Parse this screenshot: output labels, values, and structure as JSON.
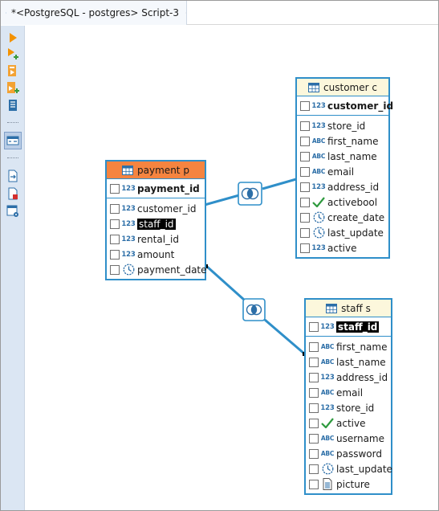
{
  "window": {
    "tab_title": "*<PostgreSQL - postgres> Script-3"
  },
  "toolbar": {
    "buttons": [
      "execute-statement-icon",
      "execute-in-new-tab-icon",
      "execute-script-icon",
      "execute-script-new-tab-icon",
      "explain-plan-icon",
      "layout-diagram-icon",
      "export-icon",
      "clear-icon",
      "table-settings-icon"
    ]
  },
  "entities": {
    "customer": {
      "title": "customer c",
      "pk": "customer_id",
      "columns": [
        {
          "type": "123",
          "name": "store_id"
        },
        {
          "type": "ABC",
          "name": "first_name"
        },
        {
          "type": "ABC",
          "name": "last_name"
        },
        {
          "type": "ABC",
          "name": "email"
        },
        {
          "type": "123",
          "name": "address_id"
        },
        {
          "type": "bool",
          "name": "activebool"
        },
        {
          "type": "date",
          "name": "create_date"
        },
        {
          "type": "date",
          "name": "last_update"
        },
        {
          "type": "123",
          "name": "active"
        }
      ]
    },
    "payment": {
      "title": "payment p",
      "pk": "payment_id",
      "columns": [
        {
          "type": "123",
          "name": "customer_id"
        },
        {
          "type": "123",
          "name": "staff_id"
        },
        {
          "type": "123",
          "name": "rental_id"
        },
        {
          "type": "123",
          "name": "amount"
        },
        {
          "type": "date",
          "name": "payment_date"
        }
      ]
    },
    "staff": {
      "title": "staff s",
      "pk": "staff_id",
      "columns": [
        {
          "type": "ABC",
          "name": "first_name"
        },
        {
          "type": "ABC",
          "name": "last_name"
        },
        {
          "type": "123",
          "name": "address_id"
        },
        {
          "type": "ABC",
          "name": "email"
        },
        {
          "type": "123",
          "name": "store_id"
        },
        {
          "type": "bool",
          "name": "active"
        },
        {
          "type": "ABC",
          "name": "username"
        },
        {
          "type": "ABC",
          "name": "password"
        },
        {
          "type": "date",
          "name": "last_update"
        },
        {
          "type": "binary",
          "name": "picture"
        }
      ]
    }
  },
  "joins": [
    {
      "from": "payment",
      "to": "customer",
      "kind": "inner-join-icon"
    },
    {
      "from": "payment",
      "to": "staff",
      "kind": "left-join-icon"
    }
  ],
  "colors": {
    "entity_border": "#2f8fc9",
    "header_yellow": "#fcf7dc",
    "header_selected": "#f58440",
    "toolbar_bg": "#dbe6f3",
    "highlight_bg": "#000000"
  }
}
